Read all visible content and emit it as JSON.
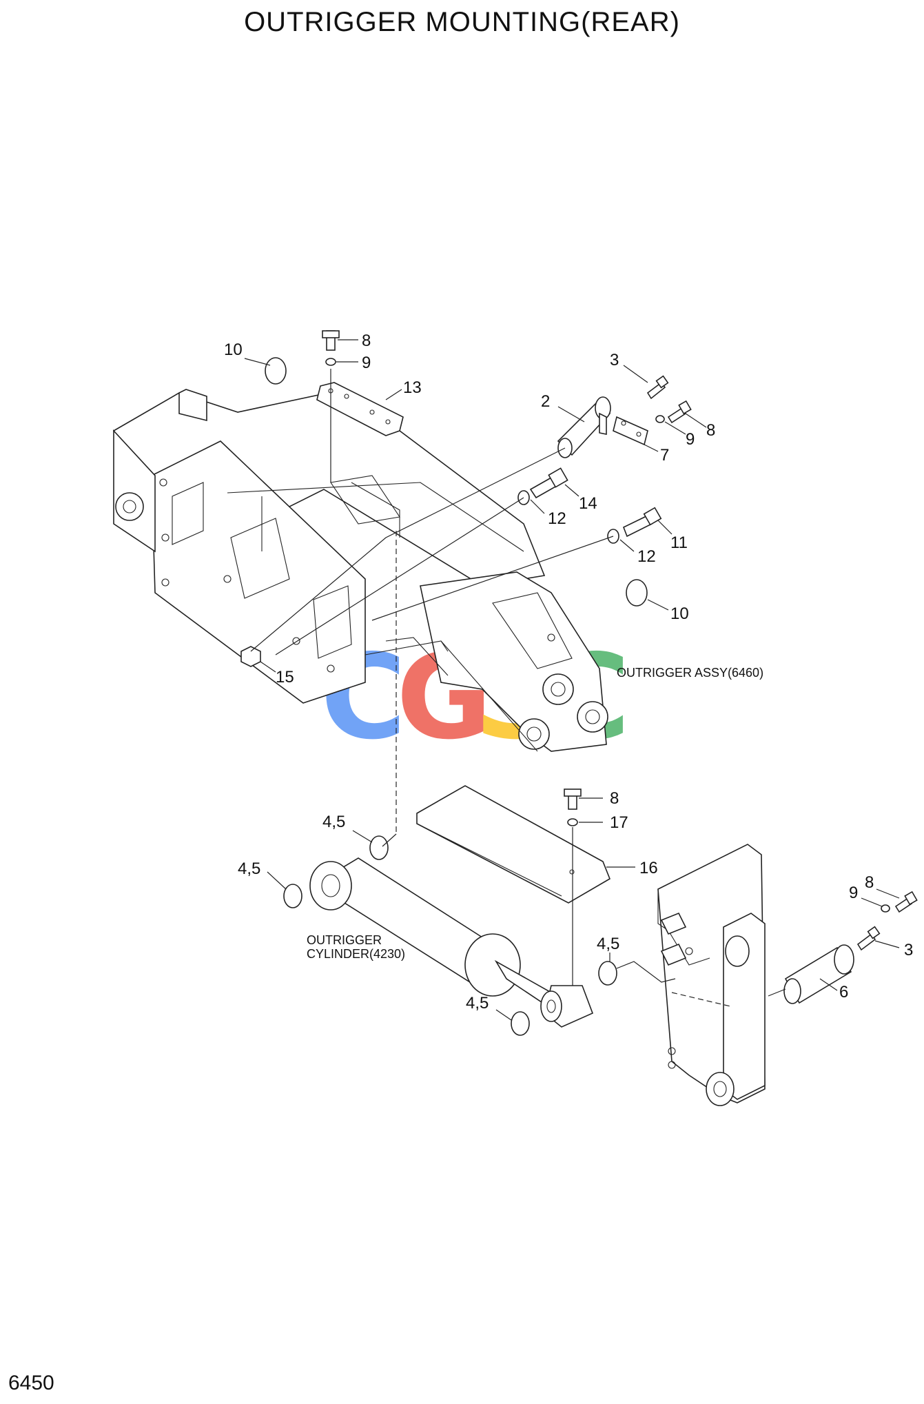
{
  "title": "OUTRIGGER MOUNTING(REAR)",
  "page_number": "6450",
  "notes": {
    "outrigger_assy": "OUTRIGGER ASSY(6460)",
    "cylinder_line1": "OUTRIGGER",
    "cylinder_line2": "CYLINDER(4230)"
  },
  "watermark": {
    "letters": [
      "C",
      "G",
      "S",
      "C"
    ],
    "colors": [
      "#4285F4",
      "#EA4335",
      "#FBBC05",
      "#34A853"
    ]
  },
  "callouts": {
    "c10a": "10",
    "c8a": "8",
    "c9a": "9",
    "c13": "13",
    "c3a": "3",
    "c2": "2",
    "c8b": "8",
    "c9b": "9",
    "c7": "7",
    "c14": "14",
    "c12a": "12",
    "c11": "11",
    "c12b": "12",
    "c10b": "10",
    "c15": "15",
    "c8c": "8",
    "c17": "17",
    "c45a": "4,5",
    "c45b": "4,5",
    "c16": "16",
    "c45c": "4,5",
    "c45d": "4,5",
    "c8d": "8",
    "c9d": "9",
    "c3b": "3",
    "c6": "6"
  }
}
